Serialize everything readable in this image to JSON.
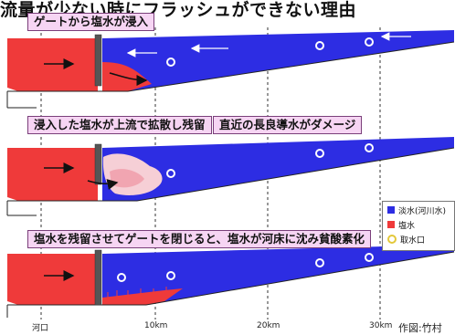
{
  "title": "流量が少ない時にフラッシュができない理由",
  "panels": [
    {
      "callouts": [
        "ゲートから塩水が浸入"
      ]
    },
    {
      "callouts": [
        "浸入した塩水が上流で拡散し残留",
        "直近の長良導水がダメージ"
      ]
    },
    {
      "callouts": [
        "塩水を残留させてゲートを閉じると、塩水が河床に沈み貧酸素化"
      ]
    }
  ],
  "legend": {
    "items": [
      {
        "label": "淡水(河川水)",
        "color": "#2d2de3"
      },
      {
        "label": "塩水",
        "color": "#ef3a3a"
      },
      {
        "label": "取水口",
        "icon": "intake-ring-icon"
      }
    ]
  },
  "axis": {
    "labels": [
      "河口",
      "10km",
      "20km",
      "30km"
    ]
  },
  "credit": "作図:竹村",
  "colors": {
    "fresh": "#2d2de3",
    "salt": "#ef3a3a",
    "gate": "#555555",
    "intake": "#e3c83a"
  }
}
